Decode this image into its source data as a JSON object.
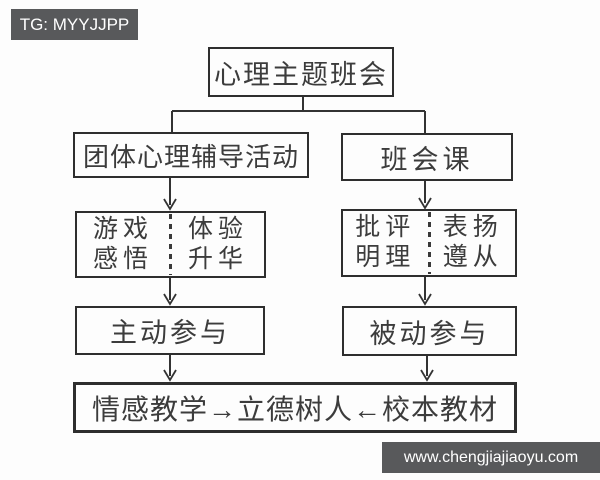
{
  "watermarks": {
    "top_left": "TG: MYYJJPP",
    "bottom_right": "www.chengjiajiaoyu.com"
  },
  "flowchart": {
    "root": "心理主题班会",
    "left_branch": {
      "title": "团体心理辅导活动",
      "method": {
        "top_left": "游戏",
        "bottom_left": "感悟",
        "top_right": "体验",
        "bottom_right": "升华"
      },
      "result": "主动参与"
    },
    "right_branch": {
      "title": "班会课",
      "method": {
        "top_left": "批评",
        "bottom_left": "明理",
        "top_right": "表扬",
        "bottom_right": "遵从"
      },
      "result": "被动参与"
    },
    "conclusion": "情感教学→立德树人←校本教材"
  },
  "colors": {
    "line": "#333333",
    "box_border": "#2e2e2e",
    "text": "#3c3c3c",
    "badge_bg": "#58595b",
    "badge_text": "#ffffff",
    "background": "#fdfdfd"
  }
}
